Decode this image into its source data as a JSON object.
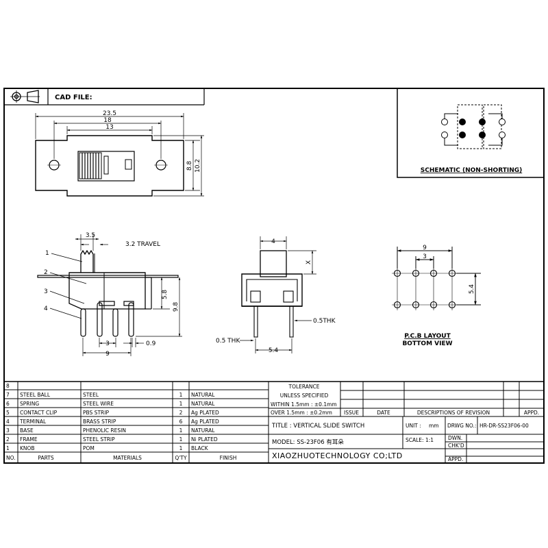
{
  "header": {
    "cad_file_label": "CAD FILE:"
  },
  "top_view": {
    "dims": {
      "overall_width": "23.5",
      "hole_pitch": "18",
      "slot_width": "13",
      "height_inner": "8.8",
      "height_outer": "10.2"
    }
  },
  "schematic": {
    "caption": "SCHEMATIC (NON-SHORTING)"
  },
  "side_view": {
    "dims": {
      "knob_width": "3.5",
      "travel": "3.2 TRAVEL",
      "height_body": "5.8",
      "height_total": "9.8",
      "pin_pitch": "3",
      "pin_offset": "0.9",
      "pin_span": "9"
    },
    "callouts": [
      "1",
      "2",
      "3",
      "4"
    ]
  },
  "end_view": {
    "dims": {
      "knob_width": "4",
      "knob_height": "X",
      "pin_thk_right": "0.5THK",
      "pin_thk_left": "0.5 THK",
      "pin_spacing": "5.4"
    }
  },
  "pcb_layout": {
    "dims": {
      "total": "9",
      "pitch": "3",
      "row_spacing": "5.4"
    },
    "caption_line1": "P.C.B LAYOUT",
    "caption_line2": "BOTTOM VIEW"
  },
  "bom": {
    "rows": [
      {
        "no": "8",
        "part": "",
        "material": "",
        "qty": "",
        "finish": ""
      },
      {
        "no": "7",
        "part": "STEEL BALL",
        "material": "STEEL",
        "qty": "1",
        "finish": "NATURAL"
      },
      {
        "no": "6",
        "part": "SPRING",
        "material": "STEEL WIRE",
        "qty": "1",
        "finish": "NATURAL"
      },
      {
        "no": "5",
        "part": "CONTACT CLIP",
        "material": "PBS STRIP",
        "qty": "2",
        "finish": "Ag PLATED"
      },
      {
        "no": "4",
        "part": "TERMINAL",
        "material": "BRASS STRIP",
        "qty": "6",
        "finish": "Ag PLATED"
      },
      {
        "no": "3",
        "part": "BASE",
        "material": "PHENOLIC RESIN",
        "qty": "1",
        "finish": "NATURAL"
      },
      {
        "no": "2",
        "part": "FRAME",
        "material": "STEEL STRIP",
        "qty": "1",
        "finish": "Ni PLATED"
      },
      {
        "no": "1",
        "part": "KNOB",
        "material": "POM",
        "qty": "1",
        "finish": "BLACK"
      }
    ],
    "headers": {
      "no": "NO.",
      "part": "PARTS",
      "material": "MATERIALS",
      "qty": "Q'TY",
      "finish": "FINISH"
    }
  },
  "title_block": {
    "tolerance": "TOLERANCE",
    "unless": "UNLESS SPECIFIED",
    "within": "WITHIN 1.5mm : ±0.1mm",
    "over": "OVER 1.5mm : ±0.2mm",
    "issue": "ISSUE",
    "date": "DATE",
    "revision": "DESCRIPTIONS OF REVISION",
    "appd": "APPD.",
    "title": "TITLE : VERTICAL SLIDE SWITCH",
    "unit_label": "UNIT :",
    "unit_value": "mm",
    "drwg_label": "DRWG NO.:",
    "drwg_value": "HR-DR-SS23F06-00",
    "model": "MODEL: SS-23F06 有耳朵",
    "scale": "SCALE: 1:1",
    "dwn": "DWN.",
    "chkd": "CHK'D",
    "appd2": "APPD.",
    "company": "XIAOZHUOTECHNOLOGY CO;LTD"
  }
}
